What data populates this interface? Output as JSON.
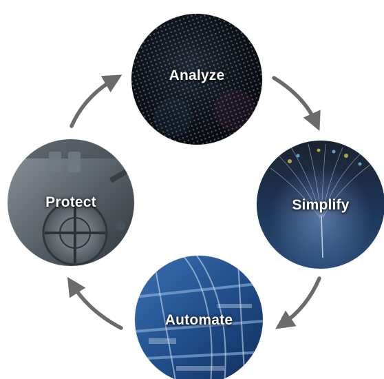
{
  "cycle": {
    "steps": [
      {
        "label": "Analyze",
        "theme": "led-screen-image"
      },
      {
        "label": "Simplify",
        "theme": "fiber-optics-image"
      },
      {
        "label": "Automate",
        "theme": "conveyor-machinery-image"
      },
      {
        "label": "Protect",
        "theme": "vault-door-image"
      }
    ],
    "arrow_color": "#6b6b6b"
  }
}
